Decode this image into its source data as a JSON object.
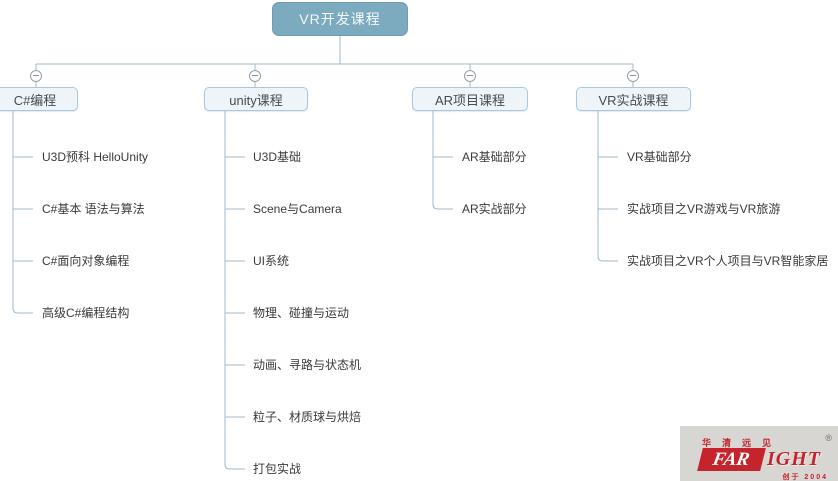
{
  "root": {
    "label": "VR开发课程"
  },
  "branches": [
    {
      "label": "C#编程",
      "items": [
        "U3D预科 HelloUnity",
        "C#基本 语法与算法",
        "C#面向对象编程",
        "高级C#编程结构"
      ]
    },
    {
      "label": "unity课程",
      "items": [
        "U3D基础",
        "Scene与Camera",
        "UI系统",
        "物理、碰撞与运动",
        "动画、寻路与状态机",
        "粒子、材质球与烘焙",
        "打包实战"
      ]
    },
    {
      "label": "AR项目课程",
      "items": [
        "AR基础部分",
        "AR实战部分"
      ]
    },
    {
      "label": "VR实战课程",
      "items": [
        "VR基础部分",
        "实战项目之VR游戏与VR旅游",
        "实战项目之VR个人项目与VR智能家居"
      ]
    }
  ],
  "logo": {
    "brand_cn": "华清远见",
    "registered": "®",
    "brand_en_left": "FAR",
    "brand_en_right": "IGHT",
    "tagline": "创于 2004"
  },
  "colors": {
    "root_fill": "#7caabf",
    "branch_fill": "#eff4f8",
    "branch_border": "#a8c8e0",
    "connector_line": "#9fb8c9",
    "logo_red": "#c5242c"
  }
}
